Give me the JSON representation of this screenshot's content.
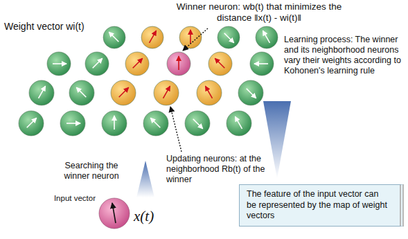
{
  "diagram": {
    "nodes": [
      {
        "text": [
          "The feature of the input vector can be represented by the map of weight vectors"
        ]
      }
    ],
    "labels": [
      "Weight vector wi(t)",
      "Winner neuron: wb(t) that minimizes the distance ‖x(t) - wi(t)‖",
      "Learning process: The winner and its neighborhood neurons vary their weights according to Kohonen's learning rule",
      "Updating neurons: at the neighborhood Rb(t) of the winner",
      "Searching the winner neuron",
      "Input vector",
      "x(t)"
    ]
  }
}
